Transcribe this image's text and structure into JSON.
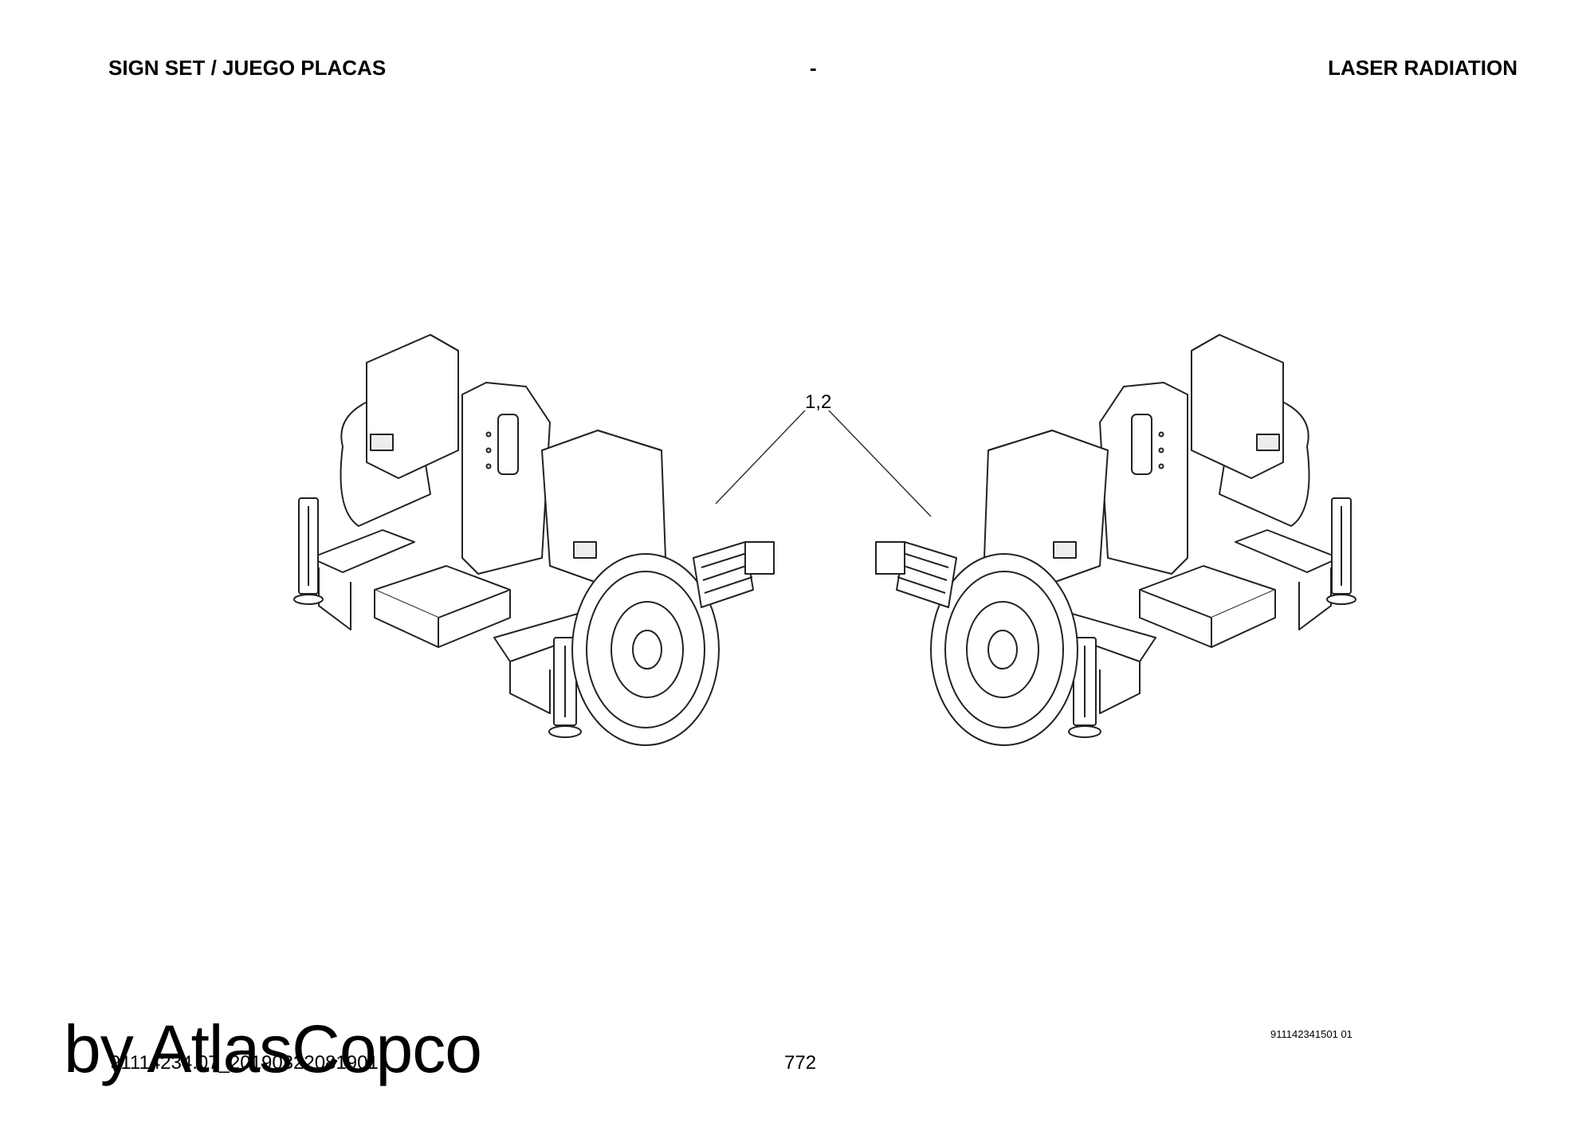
{
  "header": {
    "left": "SIGN SET / JUEGO PLACAS",
    "center": "-",
    "right": "LASER RADIATION"
  },
  "drawing": {
    "callout_label": "1,2"
  },
  "footer": {
    "document_id": "91114234.07_20190322081901",
    "watermark": "by AtlasCopco",
    "page_number": "772",
    "reference_code": "911142341501 01"
  }
}
